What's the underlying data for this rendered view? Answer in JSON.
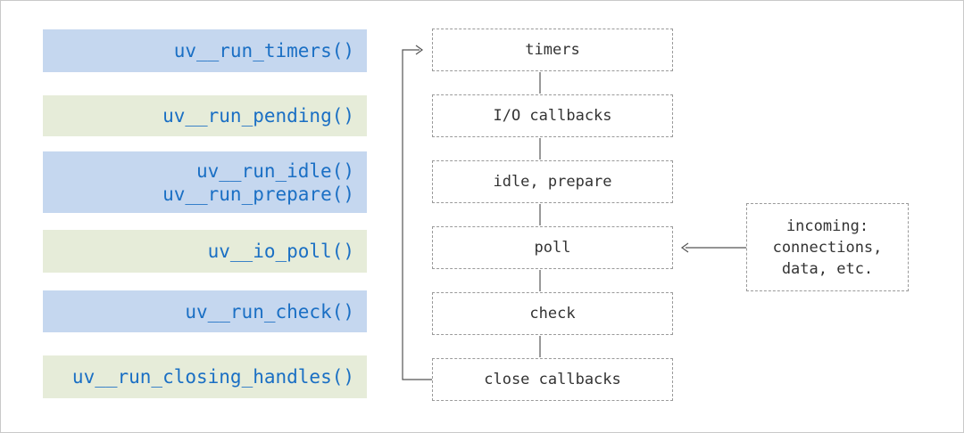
{
  "functions": [
    {
      "lines": [
        "uv__run_timers()"
      ],
      "color": "blue"
    },
    {
      "lines": [
        "uv__run_pending()"
      ],
      "color": "green"
    },
    {
      "lines": [
        "uv__run_idle()",
        "uv__run_prepare()"
      ],
      "color": "blue"
    },
    {
      "lines": [
        "uv__io_poll()"
      ],
      "color": "green"
    },
    {
      "lines": [
        "uv__run_check()"
      ],
      "color": "blue"
    },
    {
      "lines": [
        "uv__run_closing_handles()"
      ],
      "color": "green"
    }
  ],
  "phases": [
    "timers",
    "I/O callbacks",
    "idle, prepare",
    "poll",
    "check",
    "close callbacks"
  ],
  "incoming": [
    "incoming:",
    "connections,",
    "data, etc."
  ],
  "colors": {
    "fn_text": "#1a6fc4",
    "blue_bg": "#c5d7ef",
    "green_bg": "#e6ecd9",
    "box_border": "#9a9a9a"
  }
}
